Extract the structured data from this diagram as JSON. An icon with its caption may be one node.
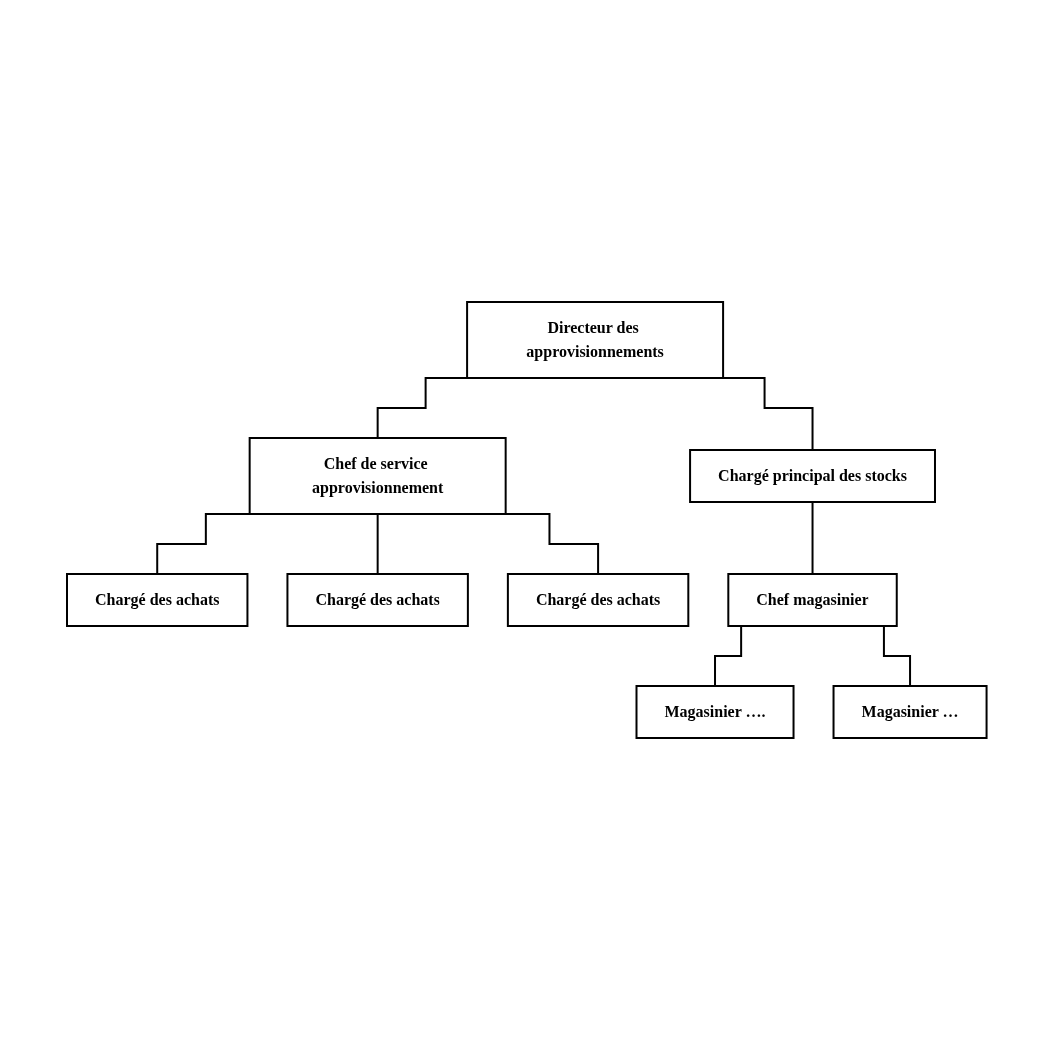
{
  "diagram": {
    "nodes": [
      {
        "text": [
          "Directeur des approvisionnements"
        ]
      },
      {
        "text": [
          "Chargé principal des stocks"
        ]
      },
      {
        "text": [
          "Chef de service approvisionnement"
        ]
      },
      {
        "text": [
          "Chargé des achats"
        ]
      },
      {
        "text": [
          "Chargé des achats"
        ]
      },
      {
        "text": [
          "Chargé des achats"
        ]
      },
      {
        "text": [
          "Chef magasinier"
        ]
      },
      {
        "text": [
          "Magasinier …."
        ]
      },
      {
        "text": [
          "Magasinier …"
        ]
      }
    ],
    "edges": [
      {
        "from": 0,
        "to": 1,
        "arrow": "none"
      },
      {
        "from": 0,
        "to": 2,
        "arrow": "none"
      },
      {
        "from": 2,
        "to": 3,
        "arrow": "none"
      },
      {
        "from": 2,
        "to": 4,
        "arrow": "none"
      },
      {
        "from": 2,
        "to": 5,
        "arrow": "none"
      },
      {
        "from": 1,
        "to": 6,
        "arrow": "none"
      },
      {
        "from": 6,
        "to": 7,
        "arrow": "none"
      },
      {
        "from": 6,
        "to": 8,
        "arrow": "none"
      }
    ]
  }
}
